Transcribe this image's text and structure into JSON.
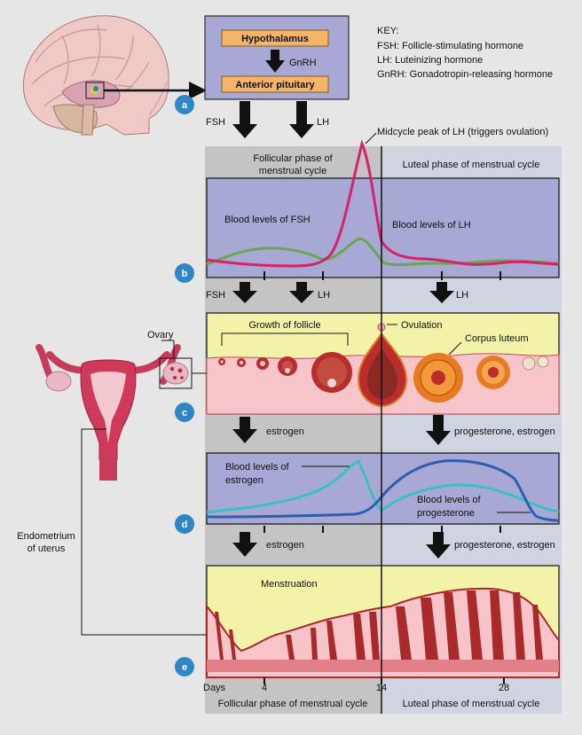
{
  "key": {
    "title": "KEY:",
    "lines": [
      "FSH: Follicle-stimulating hormone",
      "LH: Luteinizing hormone",
      "GnRH: Gonadotropin-releasing hormone"
    ]
  },
  "brain": {
    "hypothalamus": "Hypothalamus",
    "gnrh": "GnRH",
    "anterior_pituitary": "Anterior pituitary",
    "fsh": "FSH",
    "lh": "LH"
  },
  "badges": [
    "a",
    "b",
    "c",
    "d",
    "e"
  ],
  "phases": {
    "follicular_top": [
      "Follicular phase of",
      "menstrual cycle"
    ],
    "luteal_top": "Luteal phase of menstrual cycle",
    "follicular_bottom": "Follicular phase of menstrual cycle",
    "luteal_bottom": "Luteal phase of menstrual cycle"
  },
  "gonadotropins": {
    "peak_label": "Midcycle peak of LH (triggers ovulation)",
    "fsh_label": "Blood levels of FSH",
    "lh_label": "Blood levels of LH",
    "arrow_fsh": "FSH",
    "arrow_lh_1": "LH",
    "arrow_lh_2": "LH"
  },
  "ovary": {
    "ovary_label": "Ovary",
    "growth_label": "Growth of follicle",
    "ovulation_label": "Ovulation",
    "corpus_label": "Corpus luteum",
    "estrogen_arrow": "estrogen",
    "progesterone_arrow": "progesterone, estrogen"
  },
  "ovarian_hormones": {
    "estrogen_label": [
      "Blood levels of",
      "estrogen"
    ],
    "progesterone_label": [
      "Blood levels of",
      "progesterone"
    ],
    "estrogen_arrow": "estrogen",
    "progesterone_arrow": "progesterone, estrogen"
  },
  "uterus": {
    "endometrium_label": [
      "Endometrium",
      "of uterus"
    ],
    "menstruation_label": "Menstruation"
  },
  "days": {
    "label": "Days",
    "ticks": [
      "4",
      "14",
      "28"
    ]
  },
  "colors": {
    "panel_blue": "#a7a8d4",
    "panel_yellow": "#f2f3a8",
    "follicular_band": "#c4c4c4",
    "luteal_band": "#d0d3e0",
    "badge": "#2f86c6",
    "fsh_line": "#6aa84f",
    "lh_line": "#d6226b",
    "estrogen_line": "#3cc0c0",
    "progesterone_line": "#2e5eb0",
    "tissue": "#f6c4c9",
    "follicle": "#b92d2d"
  }
}
